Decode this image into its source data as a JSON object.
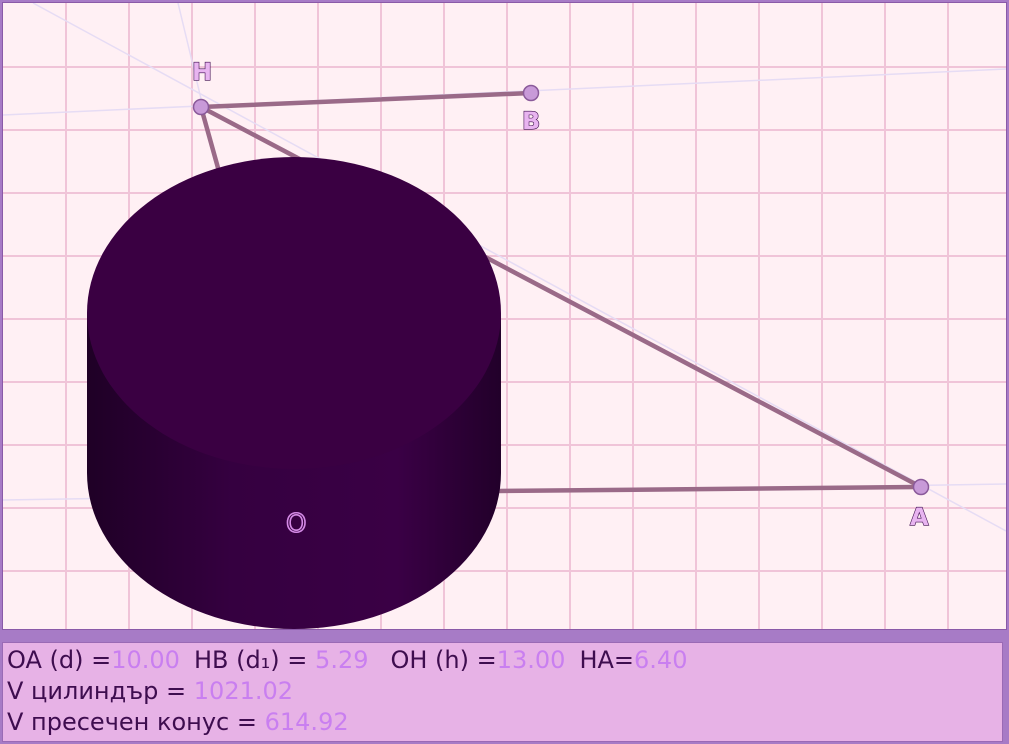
{
  "points": {
    "H": "H",
    "B": "B",
    "A": "A",
    "O": "O"
  },
  "info": {
    "oa_label": "OA (d) =",
    "oa_value": "10.00",
    "hb_label": "HB (d₁) =",
    "hb_value": "5.29",
    "oh_label": "OH (h) =",
    "oh_value": "13.00",
    "ha_label": "HA=",
    "ha_value": "6.40",
    "vcyl_label": "V цилиндър =",
    "vcyl_value": "1021.02",
    "vcone_label": "V пресечен конус =",
    "vcone_value": "614.92"
  },
  "colors": {
    "background": "#fff0f4",
    "grid": "#f0c4d8",
    "cylinder": "#3a0040",
    "segment": "#9a6a88",
    "point": "#c89ad8",
    "panel": "#e7b2e6",
    "value": "#c97ff0"
  }
}
